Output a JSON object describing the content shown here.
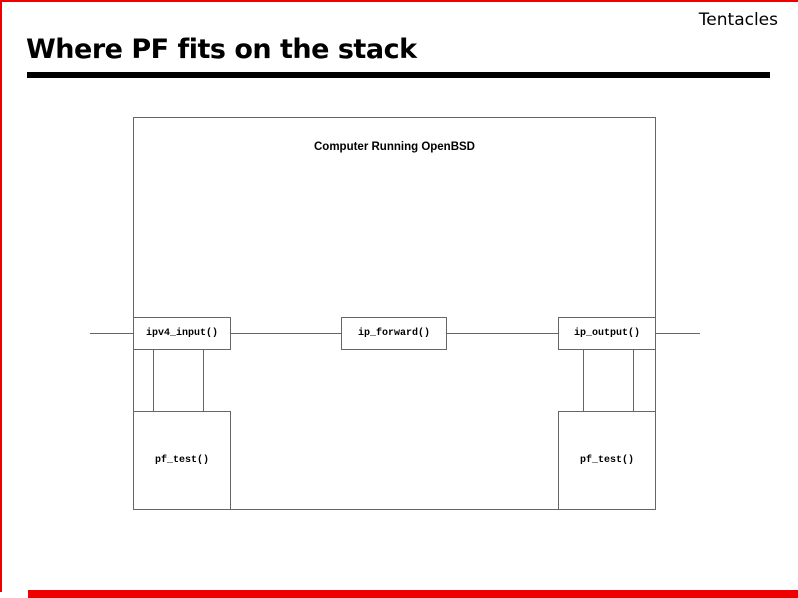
{
  "page": {
    "branding": "Tentacles",
    "title": "Where PF fits on the stack"
  },
  "colors": {
    "accent_red": "#ee0000",
    "line_gray": "#666666"
  },
  "diagram": {
    "container_label": "Computer Running OpenBSD",
    "nodes": [
      {
        "id": "ipv4_input",
        "label": "ipv4_input()"
      },
      {
        "id": "ip_forward",
        "label": "ip_forward()"
      },
      {
        "id": "ip_output",
        "label": "ip_output()"
      },
      {
        "id": "pf_test_left",
        "label": "pf_test()"
      },
      {
        "id": "pf_test_right",
        "label": "pf_test()"
      }
    ]
  }
}
